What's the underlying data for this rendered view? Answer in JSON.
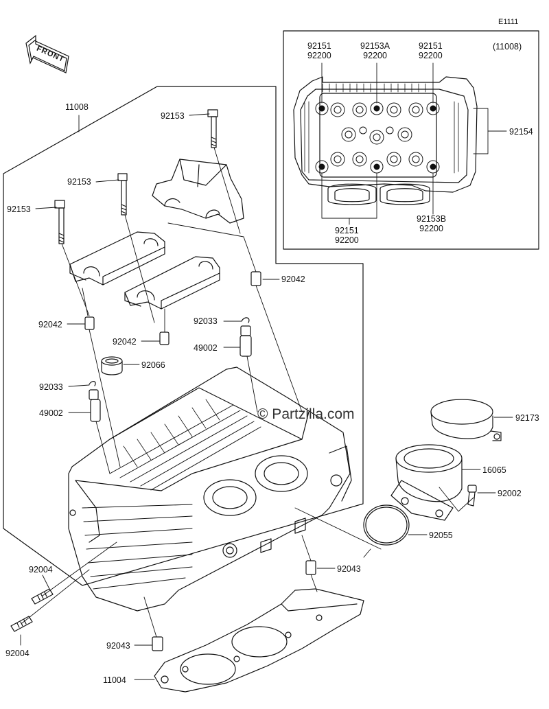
{
  "diagram_code": "E1111",
  "front_badge": "FRONT",
  "watermark": "© Partzilla.com",
  "inset": {
    "assembly_ref": "(11008)",
    "top_labels": [
      {
        "id": "i1",
        "lines": [
          "92151",
          "92200"
        ]
      },
      {
        "id": "i2",
        "lines": [
          "92153A",
          "92200"
        ]
      },
      {
        "id": "i3",
        "lines": [
          "92151",
          "92200"
        ]
      }
    ],
    "right_label": "92154",
    "bottom_labels": [
      {
        "id": "i4",
        "lines": [
          "92151",
          "92200"
        ]
      },
      {
        "id": "i5",
        "lines": [
          "92153B",
          "92200"
        ]
      }
    ]
  },
  "callouts": {
    "c11008": "11008",
    "c92153a": "92153",
    "c92153b": "92153",
    "c92153c": "92153",
    "c92042a": "92042",
    "c92042b": "92042",
    "c92042c": "92042",
    "c92033a": "92033",
    "c92033b": "92033",
    "c49002a": "49002",
    "c49002b": "49002",
    "c92066": "92066",
    "c92173": "92173",
    "c16065": "16065",
    "c92002": "92002",
    "c92055": "92055",
    "c92043a": "92043",
    "c92043b": "92043",
    "c92004a": "92004",
    "c92004b": "92004",
    "c11004": "11004"
  }
}
